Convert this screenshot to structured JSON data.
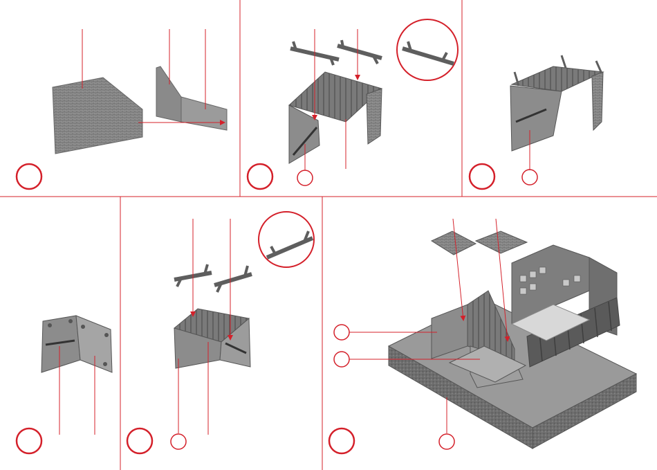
{
  "colors": {
    "accent": "#d4202a",
    "part_fill": "#8c8c8c",
    "part_dark": "#5e5e5e",
    "part_light": "#b5b5b5",
    "background": "#ffffff"
  },
  "steps": [
    {
      "panel": "step-1",
      "callouts": 0
    },
    {
      "panel": "step-2",
      "callouts": 1
    },
    {
      "panel": "step-3",
      "callouts": 1
    },
    {
      "panel": "step-4",
      "callouts": 0
    },
    {
      "panel": "step-5",
      "callouts": 1
    },
    {
      "panel": "step-6",
      "callouts": 3
    }
  ]
}
